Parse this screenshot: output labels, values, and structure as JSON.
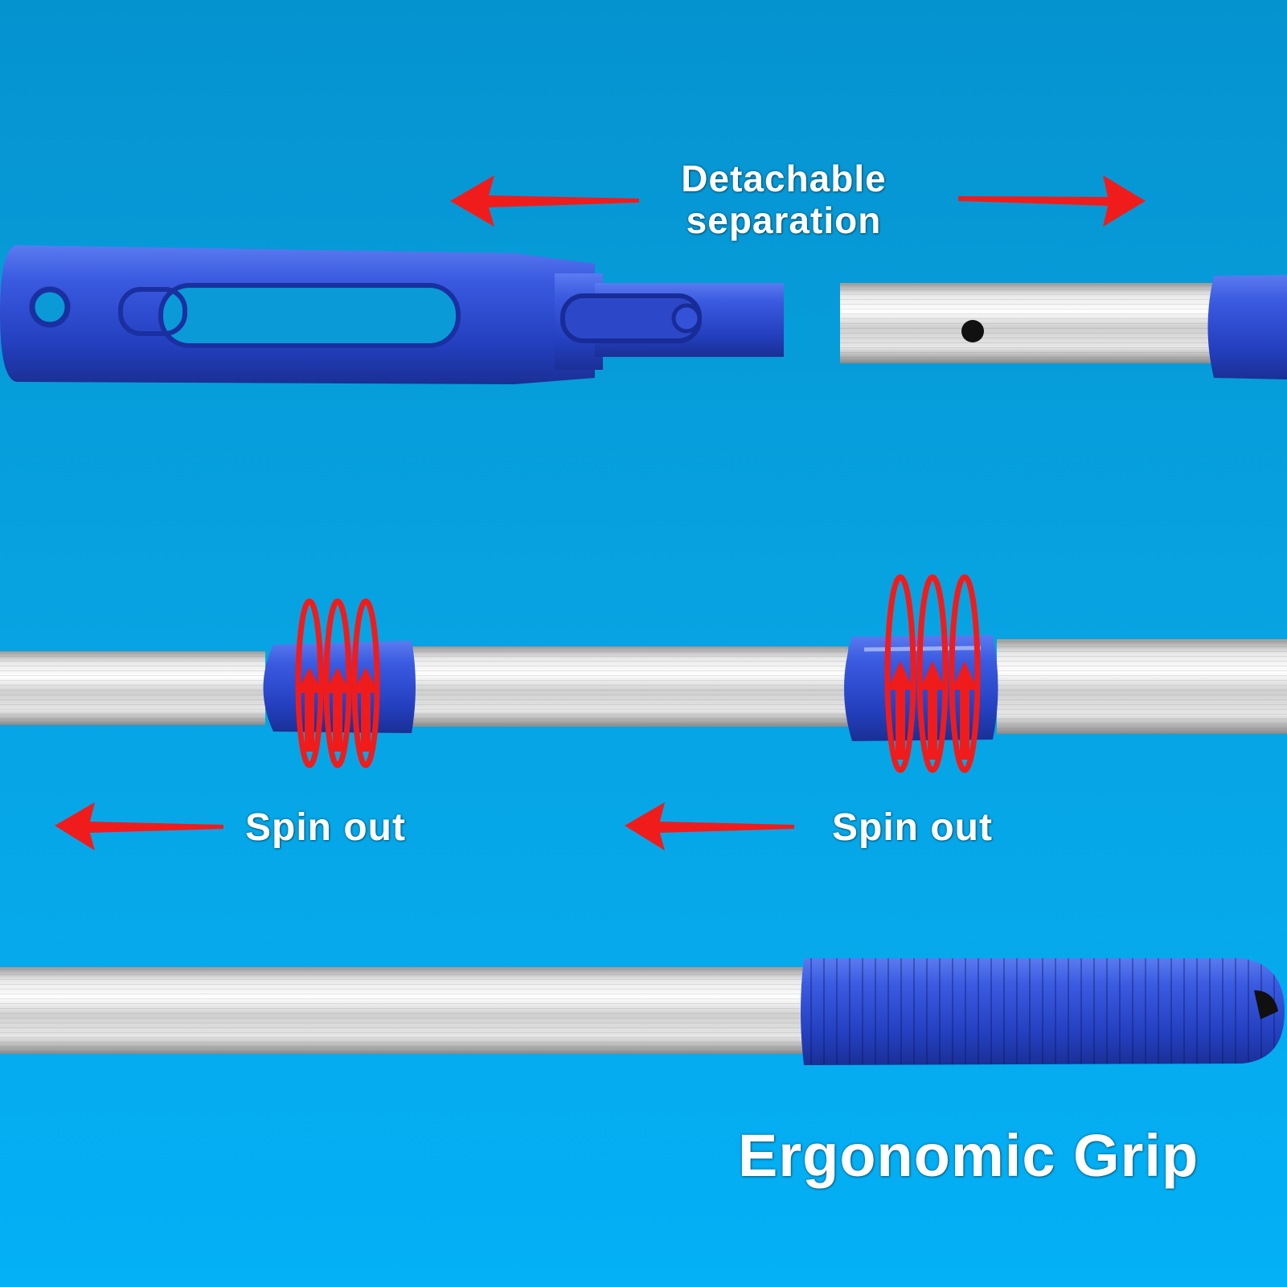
{
  "labels": {
    "detach_line1": "Detachable",
    "detach_line2": "separation",
    "spin_out_left": "Spin out",
    "spin_out_right": "Spin out",
    "grip": "Ergonomic Grip"
  },
  "colors": {
    "background_top": "#0593d0",
    "background_bottom": "#04b0f6",
    "plastic_blue": "#2f4fd0",
    "arrow_red": "#f01c1c",
    "aluminum": "#d9d9d9"
  },
  "icons": [
    "arrow-left-icon",
    "arrow-right-icon",
    "rotation-arrows-icon"
  ]
}
